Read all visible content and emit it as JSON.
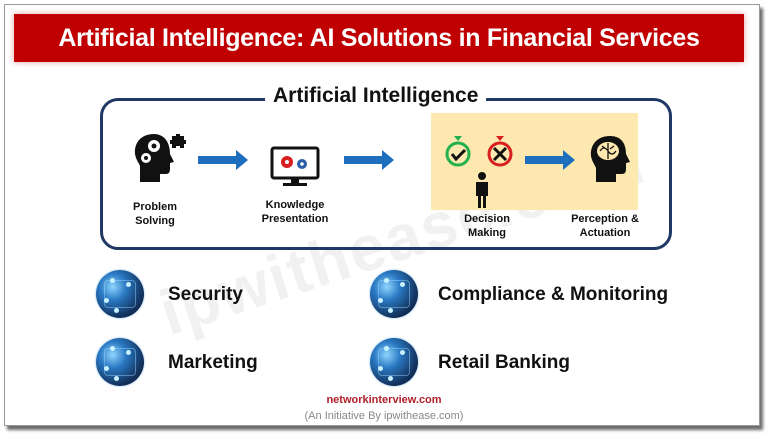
{
  "header": {
    "title": "Artificial Intelligence: AI Solutions in Financial Services"
  },
  "diagram": {
    "title": "Artificial Intelligence",
    "stages": [
      {
        "label_line1": "Problem",
        "label_line2": "Solving",
        "icon": "head-gears-puzzle-icon"
      },
      {
        "label_line1": "Knowledge",
        "label_line2": "Presentation",
        "icon": "monitor-gears-icon"
      },
      {
        "label_line1": "Decision",
        "label_line2": "Making",
        "icon": "decision-check-cross-person-icon"
      },
      {
        "label_line1": "Perception &",
        "label_line2": "Actuation",
        "icon": "head-brain-icon"
      }
    ],
    "arrow_color": "#1f6fbf",
    "highlight_color": "#fde8b0",
    "border_color": "#1f3864"
  },
  "applications": [
    {
      "label": "Security",
      "icon": "globe-circuit-icon"
    },
    {
      "label": "Compliance & Monitoring",
      "icon": "globe-circuit-icon"
    },
    {
      "label": "Marketing",
      "icon": "globe-circuit-icon"
    },
    {
      "label": "Retail Banking",
      "icon": "globe-circuit-icon"
    }
  ],
  "footer": {
    "site": "networkinterview.com",
    "note": "(An Initiative By ipwithease.com)"
  },
  "watermark": "ipwithease.com",
  "colors": {
    "title_bg": "#c00000",
    "title_text": "#ffffff",
    "footer_site": "#b0202a"
  }
}
